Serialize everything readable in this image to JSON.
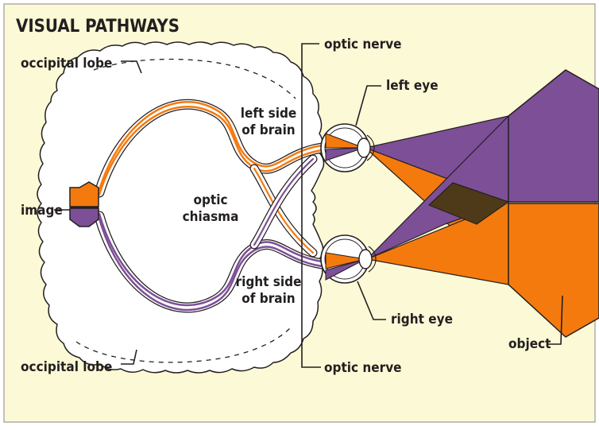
{
  "title": "VISUAL PATHWAYS",
  "labels": {
    "occipital_lobe_top": "occipital lobe",
    "occipital_lobe_bottom": "occipital lobe",
    "image": "image",
    "optic_chiasma": [
      "optic",
      "chiasma"
    ],
    "left_side_of_brain": [
      "left side",
      "of brain"
    ],
    "right_side_of_brain": [
      "right side",
      "of brain"
    ],
    "optic_nerve_top": "optic nerve",
    "optic_nerve_bottom": "optic nerve",
    "left_eye": "left eye",
    "right_eye": "right eye",
    "object": "object"
  },
  "colors": {
    "background": "#fcf9d6",
    "orange": "#f47a0e",
    "purple": "#7d4f97",
    "dark_overlap": "#4e3a18",
    "brain_fill": "#ffffff",
    "ink": "#231f20"
  }
}
